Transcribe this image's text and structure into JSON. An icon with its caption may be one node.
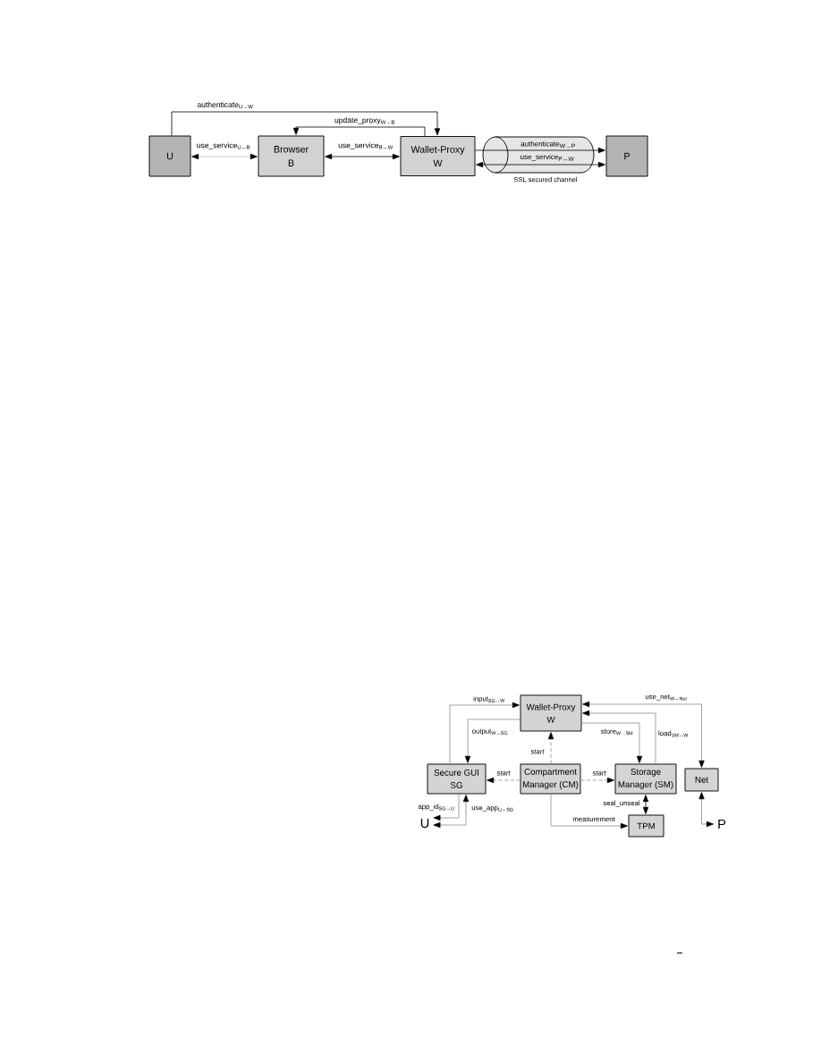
{
  "diagram": {
    "nodes": [
      {
        "text": [
          "U"
        ]
      },
      {
        "text": [
          "Browser B"
        ]
      },
      {
        "text": [
          "Wallet-Proxy W"
        ]
      },
      {
        "text": [
          "P"
        ]
      },
      {
        "text": [
          "Wallet-Proxy W"
        ]
      },
      {
        "text": [
          "Secure GUI SG"
        ]
      },
      {
        "text": [
          "Compartment Manager (CM)"
        ]
      },
      {
        "text": [
          "Storage Manager (SM)"
        ]
      },
      {
        "text": [
          "Net"
        ]
      },
      {
        "text": [
          "U"
        ]
      },
      {
        "text": [
          "TPM"
        ]
      },
      {
        "text": [
          "P"
        ]
      }
    ],
    "edges": [
      {
        "from": 0,
        "to": 2,
        "arrow": "to",
        "label": "authenticate$_{U→W}$",
        "color": "#000000"
      },
      {
        "from": 2,
        "to": 1,
        "arrow": "to",
        "label": "update_proxy$_{W→B}$",
        "color": "#000000"
      },
      {
        "from": 0,
        "to": 1,
        "arrow": "both",
        "label": "use_service$_{U↔B}$",
        "color": "#c4c4c4"
      },
      {
        "from": 1,
        "to": 2,
        "arrow": "both",
        "label": "use_service$_{B↔W}$",
        "color": "#000000"
      },
      {
        "from": 2,
        "to": 3,
        "arrow": "to",
        "label": "authenticate$_{W→P}$",
        "color": "#000000"
      },
      {
        "from": 2,
        "to": 3,
        "arrow": "both",
        "label": "use_service$_{P↔W}$",
        "color": "#000000"
      },
      {
        "from": 5,
        "to": 4,
        "arrow": "to",
        "label": "input$_{SG→W}$"
      },
      {
        "from": 4,
        "to": 5,
        "arrow": "to",
        "label": "output$_{W→SG}$"
      },
      {
        "from": 6,
        "to": 4,
        "arrow": "to",
        "label": "start",
        "style": "dashed"
      },
      {
        "from": 6,
        "to": 5,
        "arrow": "to",
        "label": "start",
        "style": "dashed"
      },
      {
        "from": 6,
        "to": 7,
        "arrow": "to",
        "label": "start",
        "style": "dashed"
      },
      {
        "from": 4,
        "to": 7,
        "arrow": "to",
        "label": "store$_{W→SM}$"
      },
      {
        "from": 7,
        "to": 4,
        "arrow": "to",
        "label": "load$_{SM→W}$"
      },
      {
        "from": 4,
        "to": 8,
        "arrow": "both",
        "label": "use_net$_{W↔Net}$"
      },
      {
        "from": 7,
        "to": 10,
        "arrow": "both",
        "label": "seal_unseal",
        "color": "#000000"
      },
      {
        "from": 6,
        "to": 10,
        "arrow": "to",
        "label": "measurement"
      },
      {
        "from": 5,
        "to": 9,
        "arrow": "to",
        "label": "app_id$_{SG→U}$"
      },
      {
        "from": 9,
        "to": 5,
        "arrow": "both",
        "label": "use_app$_{U↔SG}$"
      },
      {
        "from": 8,
        "to": 11,
        "arrow": "both"
      }
    ],
    "labels": [
      "SSL secured channel"
    ]
  }
}
